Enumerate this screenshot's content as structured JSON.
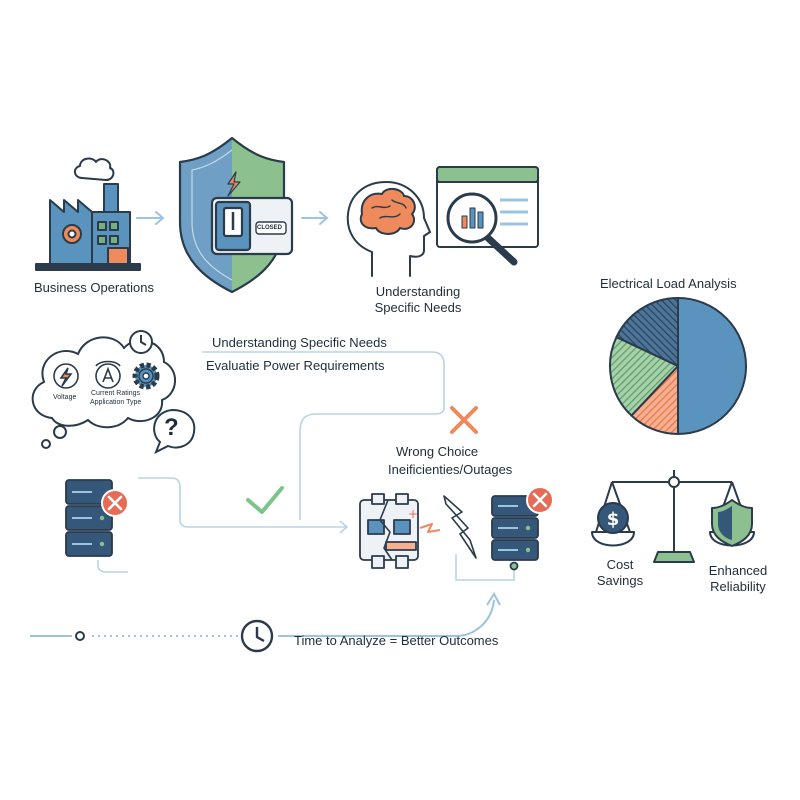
{
  "colors": {
    "ink": "#2a3b4c",
    "blue": "#5b93bf",
    "green": "#76b07e",
    "orange": "#ee8a5c",
    "red": "#e86b55",
    "lightblue": "#9cc3df",
    "check": "#7cc48a"
  },
  "icons": [
    "factory-icon",
    "shield-icon",
    "brain-icon",
    "magnifier-chart-icon",
    "thought-cloud",
    "lightning-icon",
    "ammeter-icon",
    "gear-icon",
    "question-icon",
    "clock-icon",
    "server-icon",
    "error-x-icon",
    "check-icon",
    "circuit-breaker-icon",
    "lightning-bolt-icon",
    "pie-chart",
    "balance-scale-icon",
    "dollar-icon",
    "shield-check-icon",
    "timeline-clock-icon"
  ],
  "labels": {
    "business_operations": "Business Operations",
    "understanding_needs_brain": "Understanding\nSpecific Needs",
    "electrical_load_analysis": "Electrical Load Analysis",
    "understanding_needs_line": "Understanding Specific Needs",
    "evaluate_power": "Evaluatie Power Requirements",
    "voltage": "Voltage",
    "current_ratings": "Current Ratings",
    "application_type": "Application Type",
    "wrong_choice": "Wrong Choice",
    "inefficiencies": "Ineificienties/Outages",
    "cost_savings": "Cost\nSavings",
    "enhanced_reliability": "Enhanced\nReliability",
    "timeline": "Time to Analyze = Better Outcomes",
    "closed_tag": "CLOSED"
  },
  "chart_data": {
    "type": "pie",
    "title": "Electrical Load Analysis",
    "slices": [
      {
        "value": 50,
        "color": "#5b93bf",
        "pattern": "solid"
      },
      {
        "value": 12,
        "color": "#ee8a5c",
        "pattern": "stripes"
      },
      {
        "value": 20,
        "color": "#76b07e",
        "pattern": "stripes"
      },
      {
        "value": 18,
        "color": "#35587a",
        "pattern": "stripes"
      }
    ]
  }
}
